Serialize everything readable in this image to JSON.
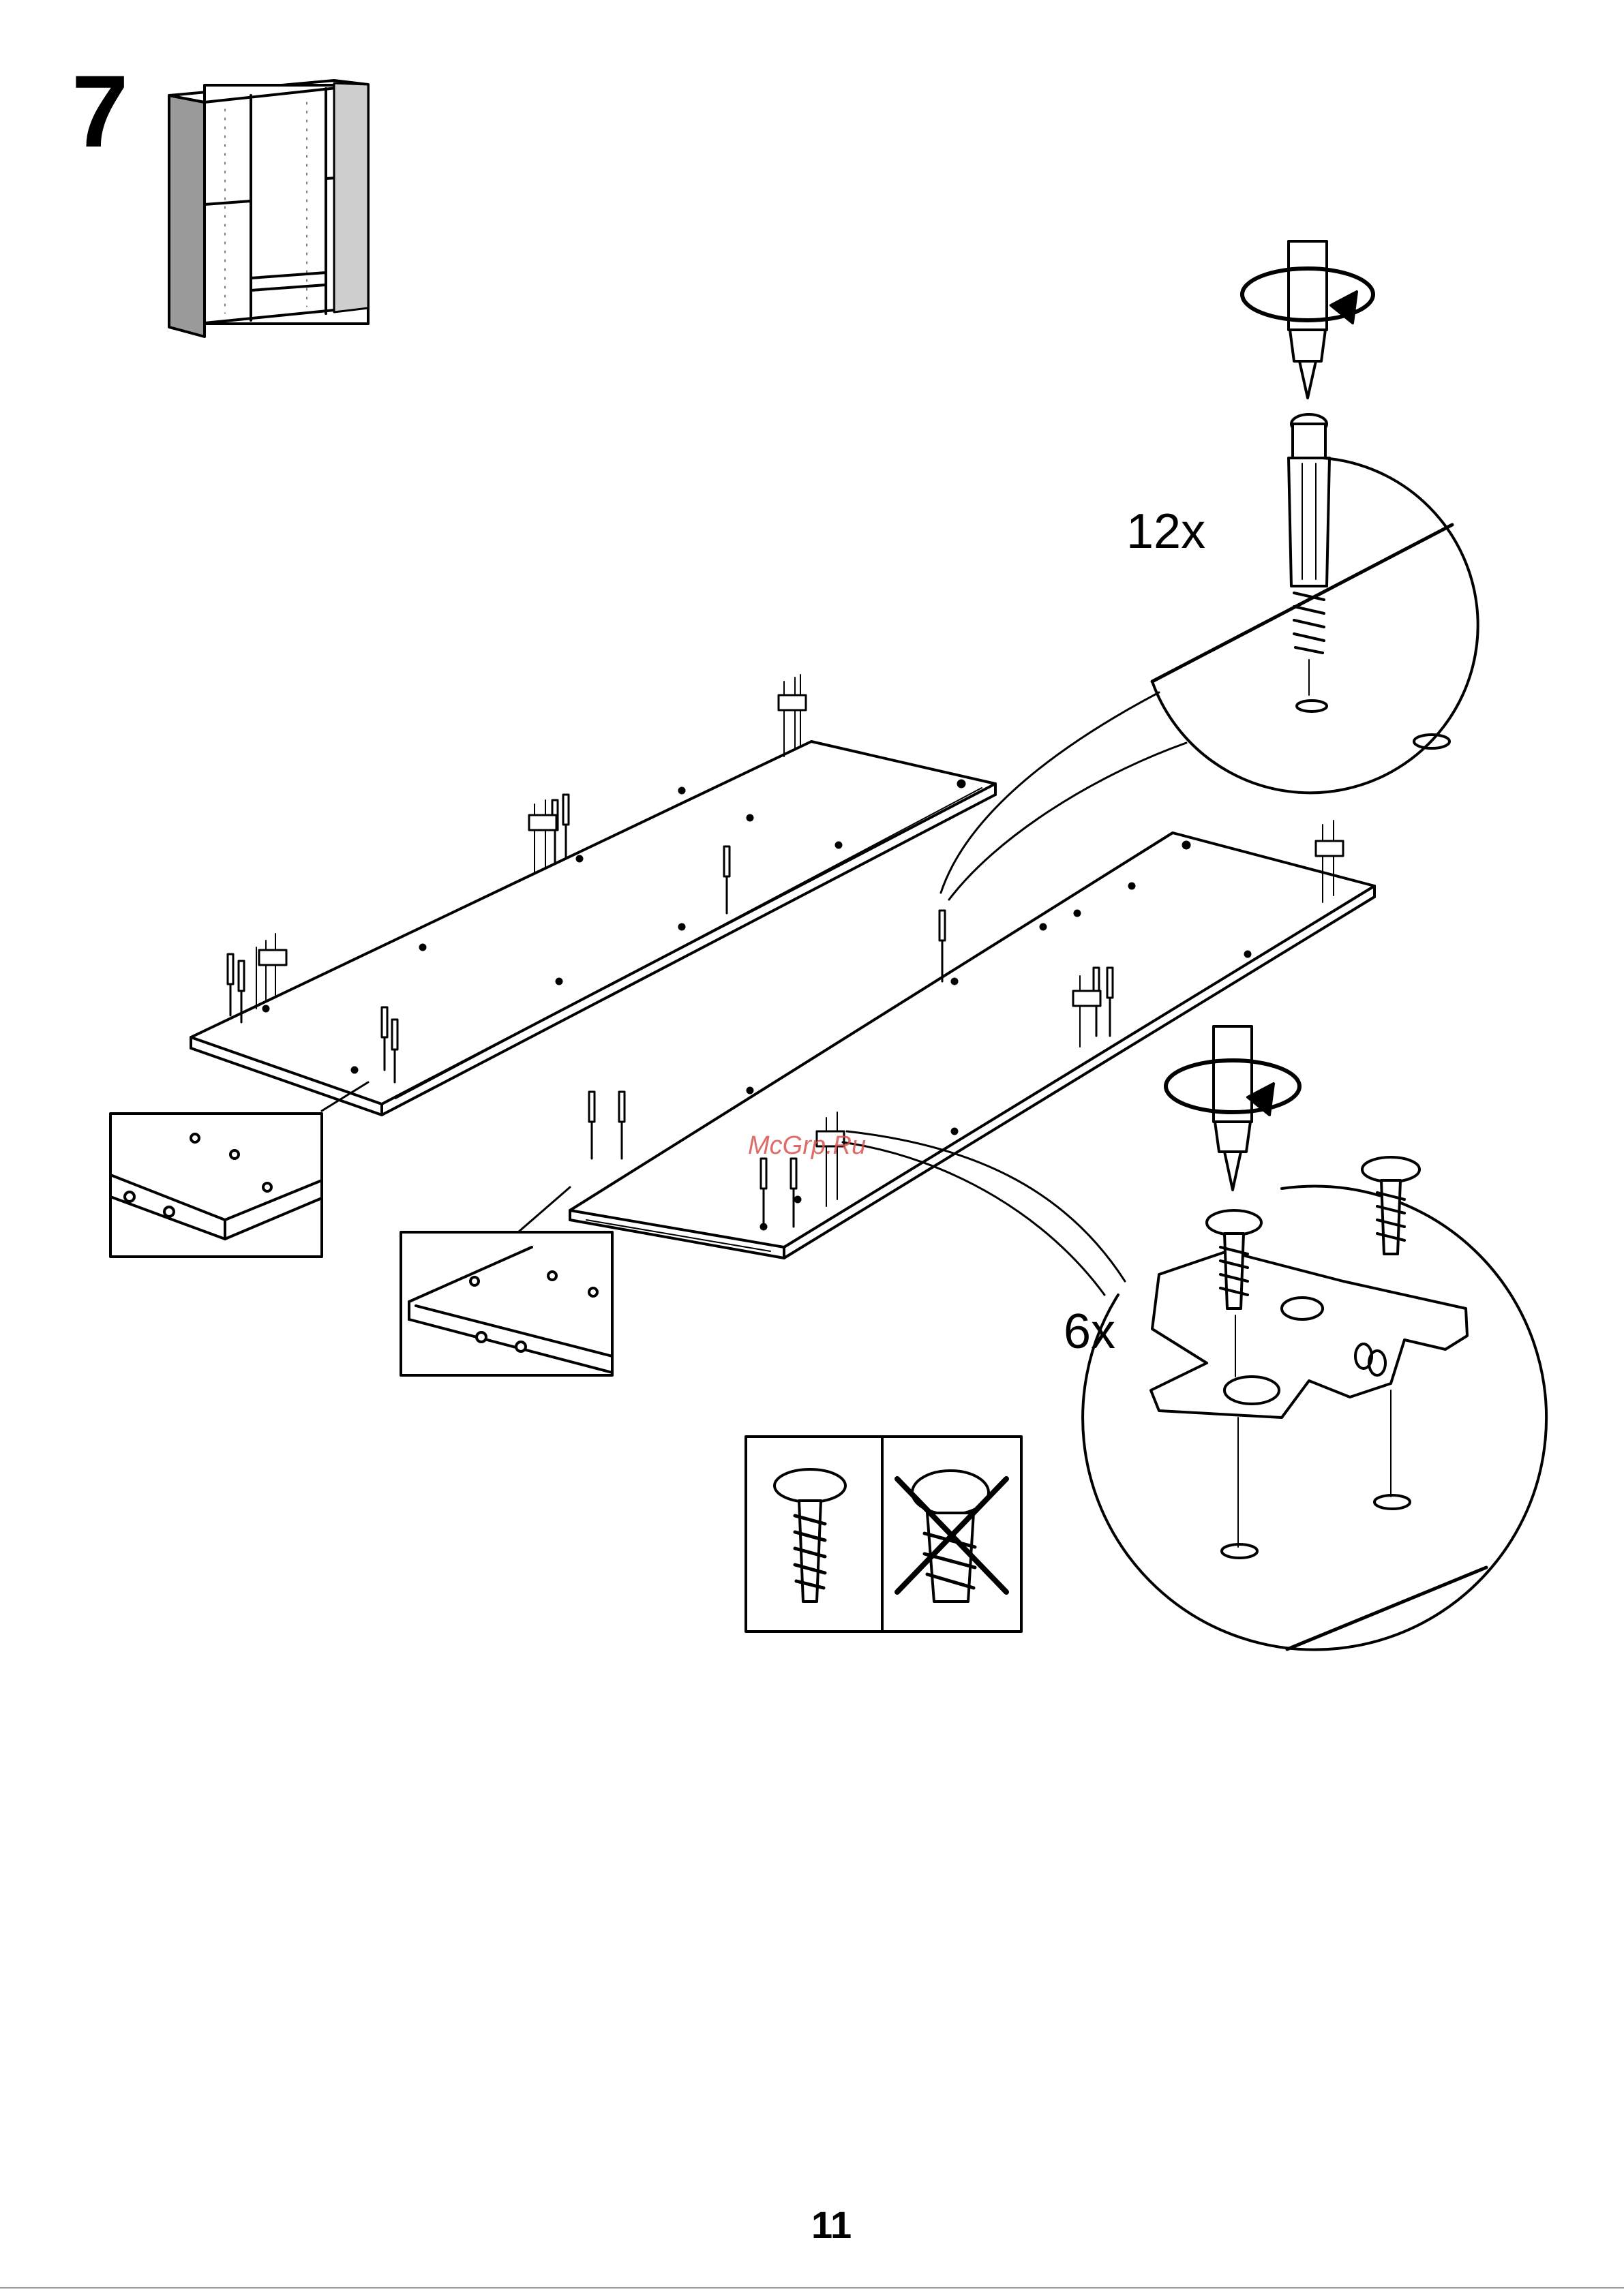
{
  "step": {
    "number": "7"
  },
  "callouts": {
    "dowel_quantity": "12x",
    "screw_quantity": "6x"
  },
  "watermark": {
    "text": "McGrp.Ru"
  },
  "footer": {
    "page_number": "11"
  },
  "colors": {
    "ink": "#000000",
    "paper": "#ffffff",
    "watermark": "#d9534f"
  },
  "icons": [
    "wardrobe-overview-icon",
    "screwdriver-icon",
    "rotate-arrow-icon",
    "dowel-icon",
    "screw-icon",
    "mounting-plate-icon",
    "wrong-screw-icon"
  ]
}
